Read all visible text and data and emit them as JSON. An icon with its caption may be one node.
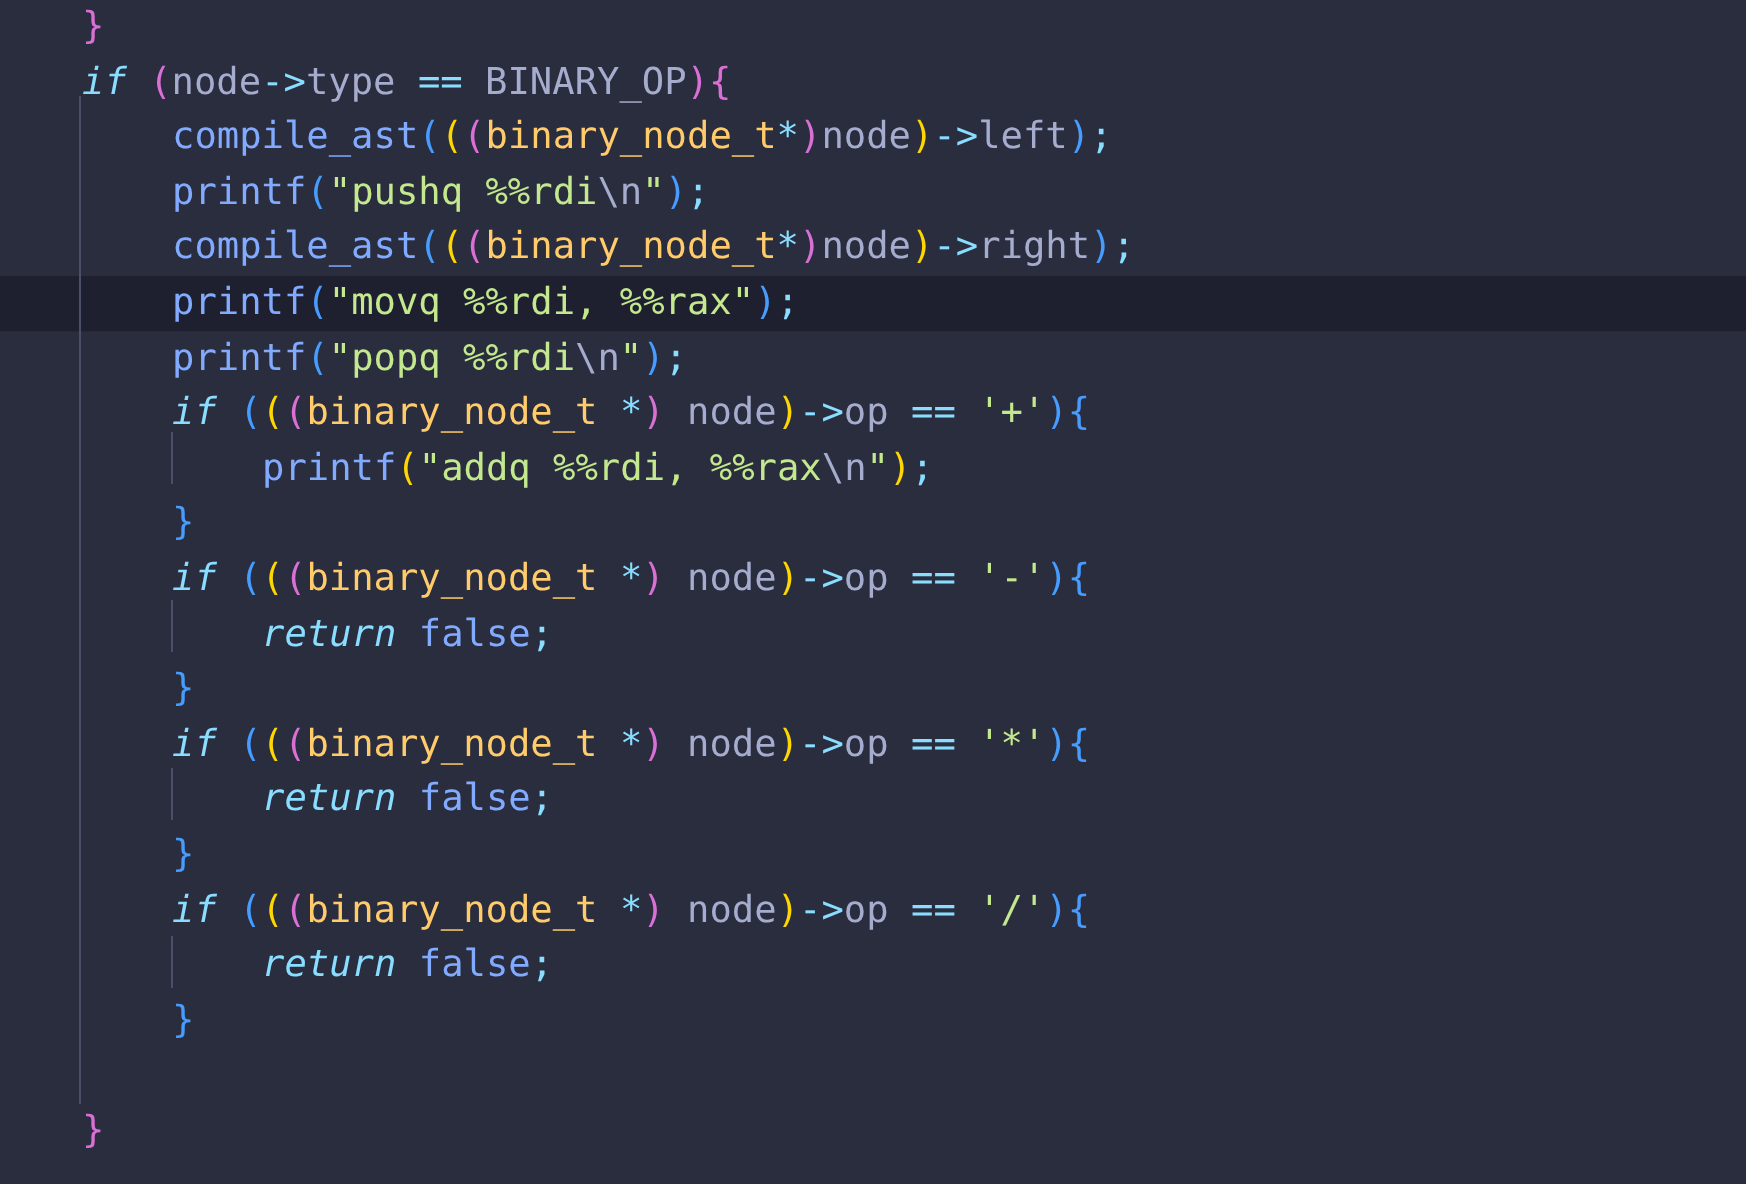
{
  "diagram": {
    "labels": [
      "}",
      "if (node->type == BINARY_OP){",
      "compile_ast(((binary_node_t*)node)->left);",
      "printf(\"pushq %%rdi\\n\");",
      "compile_ast(((binary_node_t*)node)->right);",
      "printf(\"movq %%rdi, %%rax\");",
      "printf(\"popq %%rdi\\n\");",
      "if (((binary_node_t *) node)->op == '+'){",
      "printf(\"addq %%rdi, %%rax\\n\");",
      "}",
      "if (((binary_node_t *) node)->op == '-'){",
      "return false;",
      "}",
      "if (((binary_node_t *) node)->op == '*'){",
      "return false;",
      "}",
      "if (((binary_node_t *) node)->op == '/'){",
      "return false;",
      "}",
      "}"
    ]
  }
}
